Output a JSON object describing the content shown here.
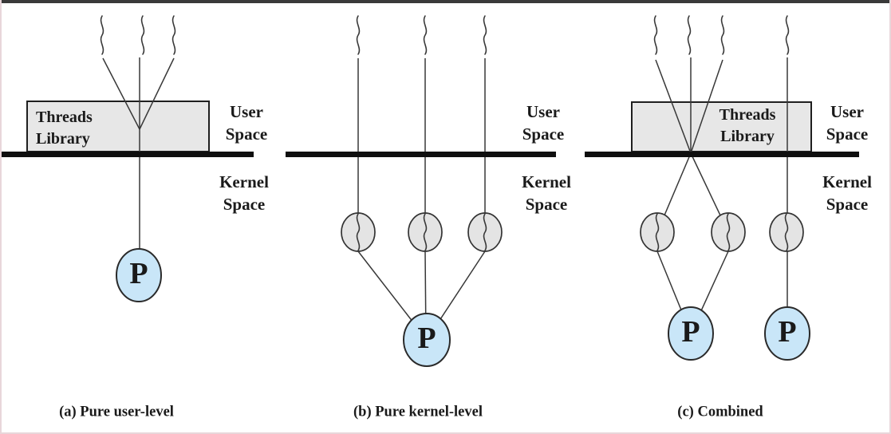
{
  "figure": {
    "description": "Threading models diagram: user-level threads, kernel-level threads, combined approach",
    "labels": {
      "user": "User",
      "space": "Space",
      "kernel": "Kernel",
      "threads": "Threads",
      "library": "Library",
      "process": "P"
    },
    "panels": [
      {
        "id": "a",
        "caption": "(a) Pure user-level",
        "user_level_threads": 3,
        "kernel_level_threads": 0,
        "processes": 1,
        "has_threads_library": true
      },
      {
        "id": "b",
        "caption": "(b) Pure kernel-level",
        "user_level_threads": 3,
        "kernel_level_threads": 3,
        "processes": 1,
        "has_threads_library": false
      },
      {
        "id": "c",
        "caption": "(c) Combined",
        "user_level_threads": 4,
        "kernel_level_threads": 3,
        "processes": 2,
        "has_threads_library": true
      }
    ],
    "colors": {
      "process_fill": "#c9e6f8",
      "kernel_thread_fill": "#e4e4e4",
      "library_box_fill": "#e7e7e7",
      "line": "#383838",
      "boundary_bar": "#0f0f0f",
      "text": "#1a1a1a",
      "frame_top": "#3a3a3a",
      "frame_side": "#e8d6da"
    }
  }
}
